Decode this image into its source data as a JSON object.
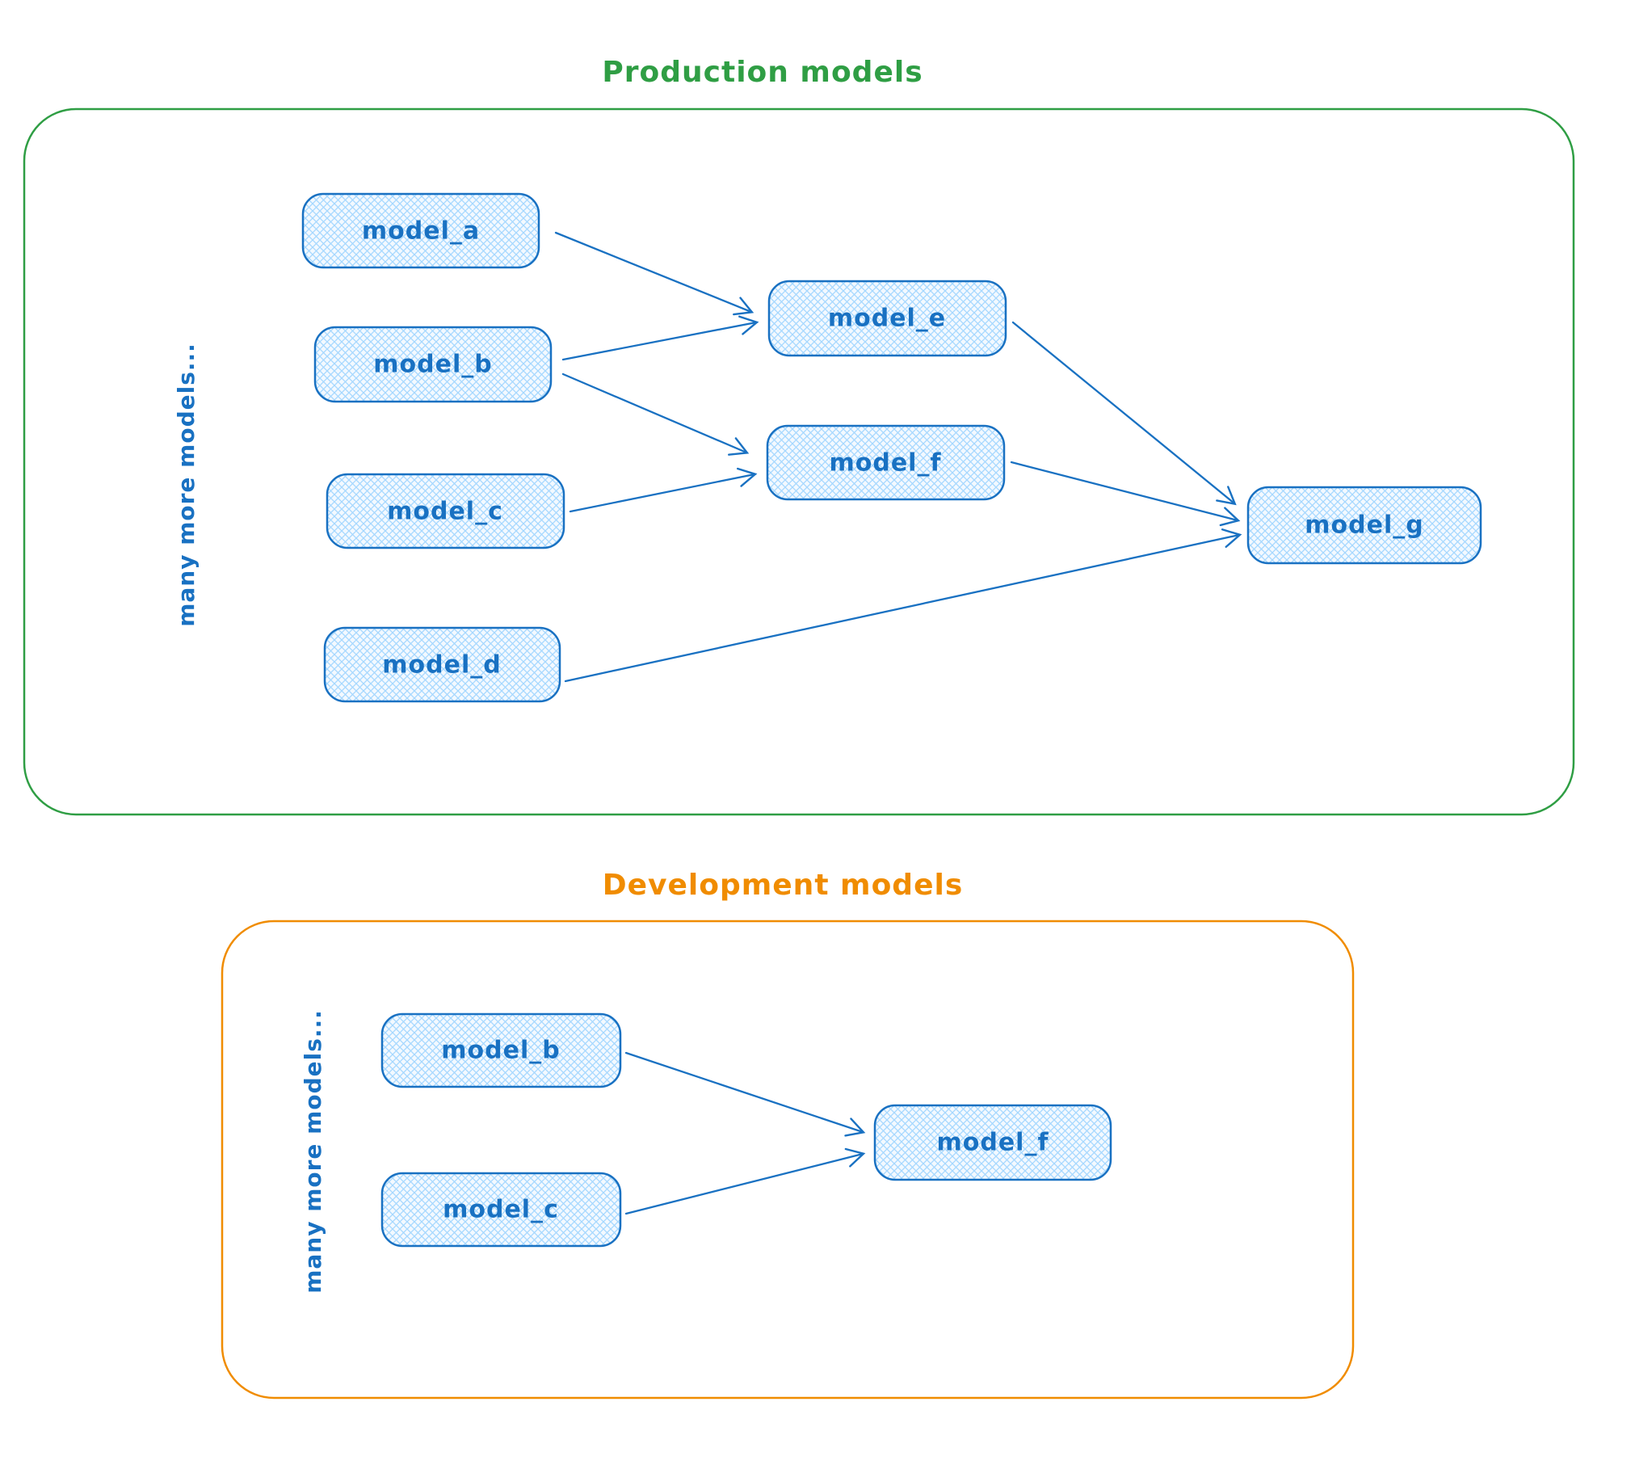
{
  "production": {
    "title": "Production models",
    "side_label": "many more models...",
    "nodes": [
      {
        "id": "model_a",
        "label": "model_a"
      },
      {
        "id": "model_b",
        "label": "model_b"
      },
      {
        "id": "model_c",
        "label": "model_c"
      },
      {
        "id": "model_d",
        "label": "model_d"
      },
      {
        "id": "model_e",
        "label": "model_e"
      },
      {
        "id": "model_f",
        "label": "model_f"
      },
      {
        "id": "model_g",
        "label": "model_g"
      }
    ],
    "edges": [
      {
        "from": "model_a",
        "to": "model_e"
      },
      {
        "from": "model_b",
        "to": "model_e"
      },
      {
        "from": "model_b",
        "to": "model_f"
      },
      {
        "from": "model_c",
        "to": "model_f"
      },
      {
        "from": "model_e",
        "to": "model_g"
      },
      {
        "from": "model_f",
        "to": "model_g"
      },
      {
        "from": "model_d",
        "to": "model_g"
      }
    ]
  },
  "development": {
    "title": "Development models",
    "side_label": "many more models...",
    "nodes": [
      {
        "id": "model_b",
        "label": "model_b"
      },
      {
        "id": "model_c",
        "label": "model_c"
      },
      {
        "id": "model_f",
        "label": "model_f"
      }
    ],
    "edges": [
      {
        "from": "model_b",
        "to": "model_f"
      },
      {
        "from": "model_c",
        "to": "model_f"
      }
    ]
  },
  "colors": {
    "node_stroke": "#1971c2",
    "node_hatch_fill": "#a5d8ff",
    "node_base_fill": "#f3f9ff",
    "production_border": "#2f9e44",
    "development_border": "#f08c00",
    "arrow": "#1971c2"
  }
}
